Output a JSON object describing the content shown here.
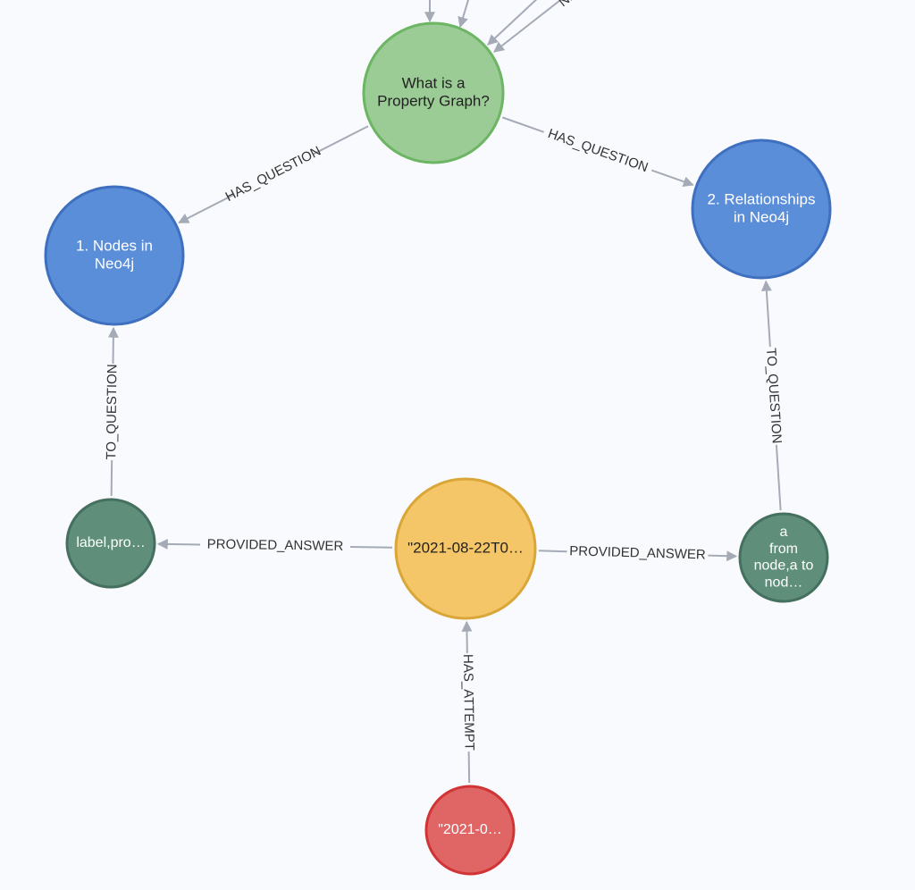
{
  "colors": {
    "edge": "#a5abb6",
    "background": "#f9fafd",
    "green_fill": "#9bcc95",
    "green_stroke": "#6cb563",
    "blue_fill": "#5b8ed8",
    "blue_stroke": "#3f6fbf",
    "teal_fill": "#5f8f7b",
    "teal_stroke": "#45705f",
    "yellow_fill": "#f5c667",
    "yellow_stroke": "#d9a637",
    "red_fill": "#e06666",
    "red_stroke": "#d03434"
  },
  "nodes": [
    {
      "id": "property_graph",
      "name": "node-what-is-a-property-graph",
      "lines": [
        "What is a",
        "Property Graph?"
      ],
      "color": "green",
      "text_color": "#222"
    },
    {
      "id": "nodes_in_neo4j",
      "name": "node-nodes-in-neo4j",
      "lines": [
        "1. Nodes in",
        "Neo4j"
      ],
      "color": "blue",
      "text_color": "#ffffff"
    },
    {
      "id": "relationships",
      "name": "node-relationships-in-neo4j",
      "lines": [
        "2. Relationships",
        "in Neo4j"
      ],
      "color": "blue",
      "text_color": "#ffffff"
    },
    {
      "id": "answer_left",
      "name": "node-answer-label-pro",
      "lines": [
        "label,pro…"
      ],
      "color": "teal",
      "text_color": "#ffffff"
    },
    {
      "id": "answer_right",
      "name": "node-answer-from-node",
      "lines": [
        "a",
        "from",
        "node,a to",
        "nod…"
      ],
      "color": "teal",
      "text_color": "#ffffff"
    },
    {
      "id": "attempt",
      "name": "node-attempt-2021-08-22",
      "lines": [
        "\"2021-08-22T0…"
      ],
      "color": "yellow",
      "text_color": "#222"
    },
    {
      "id": "user",
      "name": "node-user-2021",
      "lines": [
        "\"2021-0…"
      ],
      "color": "red",
      "text_color": "#ffffff"
    }
  ],
  "edges": [
    {
      "id": "e1",
      "source": "property_graph",
      "target": "nodes_in_neo4j",
      "label": "HAS_QUESTION"
    },
    {
      "id": "e2",
      "source": "property_graph",
      "target": "relationships",
      "label": "HAS_QUESTION"
    },
    {
      "id": "e3",
      "source": "answer_left",
      "target": "nodes_in_neo4j",
      "label": "TO_QUESTION"
    },
    {
      "id": "e4",
      "source": "answer_right",
      "target": "relationships",
      "label": "TO_QUESTION"
    },
    {
      "id": "e5",
      "source": "attempt",
      "target": "answer_left",
      "label": "PROVIDED_ANSWER"
    },
    {
      "id": "e6",
      "source": "attempt",
      "target": "answer_right",
      "label": "PROVIDED_ANSWER"
    },
    {
      "id": "e7",
      "source": "user",
      "target": "attempt",
      "label": "HAS_ATTEMPT"
    }
  ],
  "offscreen_edges": [
    {
      "id": "o1",
      "label": ""
    },
    {
      "id": "o2",
      "label": ""
    },
    {
      "id": "o3",
      "label": ""
    },
    {
      "id": "o4",
      "label": "NEXT"
    }
  ]
}
